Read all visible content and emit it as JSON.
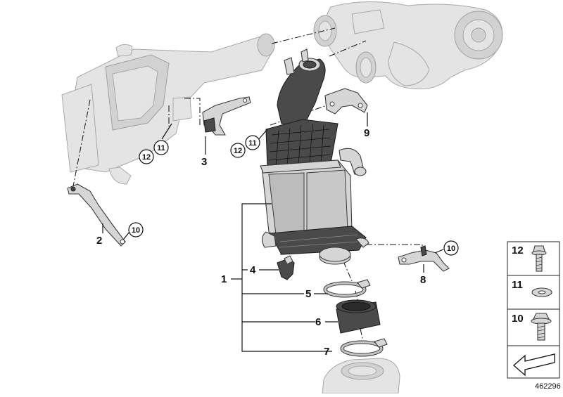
{
  "diagram": {
    "part_numbers": [
      "1",
      "2",
      "3",
      "4",
      "5",
      "6",
      "7",
      "8",
      "9"
    ],
    "ref_labels": {
      "p10a": "10",
      "p10b": "10",
      "p11a": "11",
      "p11b": "11",
      "p12a": "12",
      "p12b": "12"
    },
    "legend": [
      {
        "number": "12",
        "icon": "bolt-with-washer-icon"
      },
      {
        "number": "11",
        "icon": "washer-icon"
      },
      {
        "number": "10",
        "icon": "hex-flange-bolt-icon"
      }
    ],
    "catalog_number": "462296"
  }
}
